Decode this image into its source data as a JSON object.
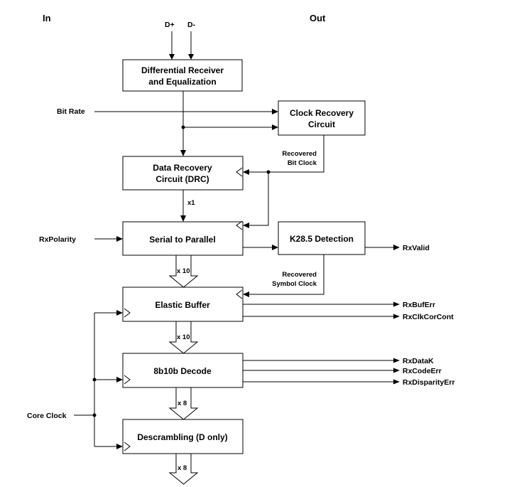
{
  "headers": {
    "in": "In",
    "out": "Out"
  },
  "inputs": {
    "d_plus": "D+",
    "d_minus": "D-",
    "bit_rate": "Bit Rate",
    "rx_polarity": "RxPolarity",
    "core_clock": "Core Clock"
  },
  "blocks": {
    "diff_receiver": [
      "Differential Receiver",
      "and Equalization"
    ],
    "clock_recovery": [
      "Clock Recovery",
      "Circuit"
    ],
    "drc": [
      "Data Recovery",
      "Circuit (DRC)"
    ],
    "serial_to_parallel": "Serial to Parallel",
    "k285": "K28.5 Detection",
    "elastic_buffer": "Elastic Buffer",
    "decode": "8b10b Decode",
    "descrambling": "Descrambling (D only)"
  },
  "signals": {
    "recovered_bit_clock": [
      "Recovered",
      "Bit Clock"
    ],
    "recovered_symbol_clock": [
      "Recovered",
      "Symbol Clock"
    ],
    "x1": "x1",
    "x10_a": "x 10",
    "x10_b": "x 10",
    "x8_a": "x 8",
    "x8_b": "x 8"
  },
  "outputs": {
    "rx_valid": "RxValid",
    "rx_buf_err": "RxBufErr",
    "rx_clk_cor_cont": "RxClkCorCont",
    "rx_data_k": "RxDataK",
    "rx_code_err": "RxCodeErr",
    "rx_disparity_err": "RxDisparityErr"
  }
}
